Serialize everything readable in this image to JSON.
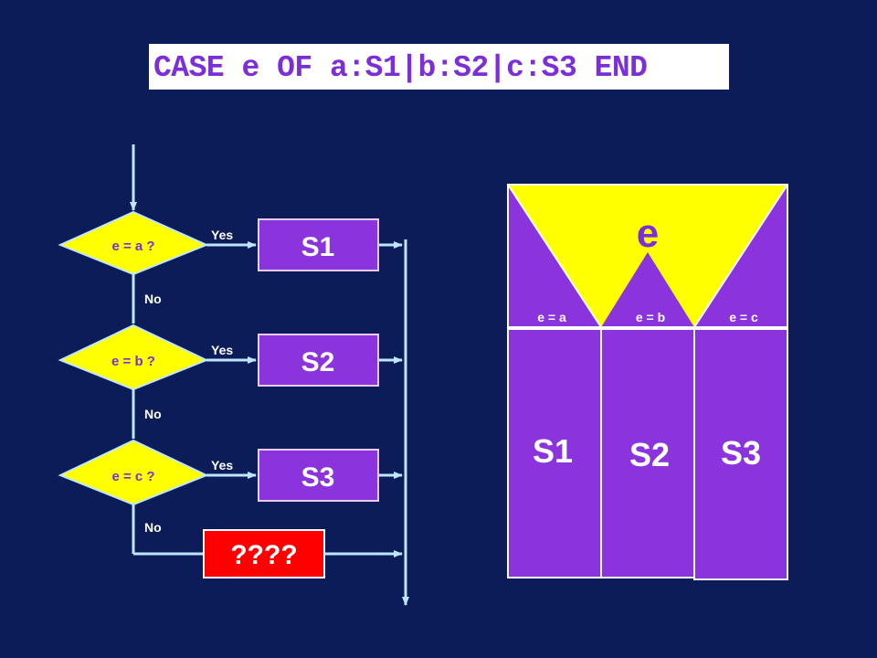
{
  "title": "CASE e OF a:S1|b:S2|c:S3 END",
  "colors": {
    "background": "#0b1c58",
    "decision_fill": "#ffff00",
    "statement_fill": "#8b33dd",
    "default_fill": "#ff0000",
    "line": "#bfe6ff",
    "title_text": "#7c2ed8"
  },
  "flowchart": {
    "decisions": [
      {
        "label": "e = a ?",
        "yes": "Yes",
        "no": "No",
        "statement": "S1"
      },
      {
        "label": "e = b ?",
        "yes": "Yes",
        "no": "No",
        "statement": "S2"
      },
      {
        "label": "e = c ?",
        "yes": "Yes",
        "no": "No",
        "statement": "S3"
      }
    ],
    "default_label": "????"
  },
  "structogram": {
    "selector": "e",
    "cases": [
      {
        "condition": "e = a",
        "statement": "S1"
      },
      {
        "condition": "e = b",
        "statement": "S2"
      },
      {
        "condition": "e = c",
        "statement": "S3"
      }
    ]
  }
}
